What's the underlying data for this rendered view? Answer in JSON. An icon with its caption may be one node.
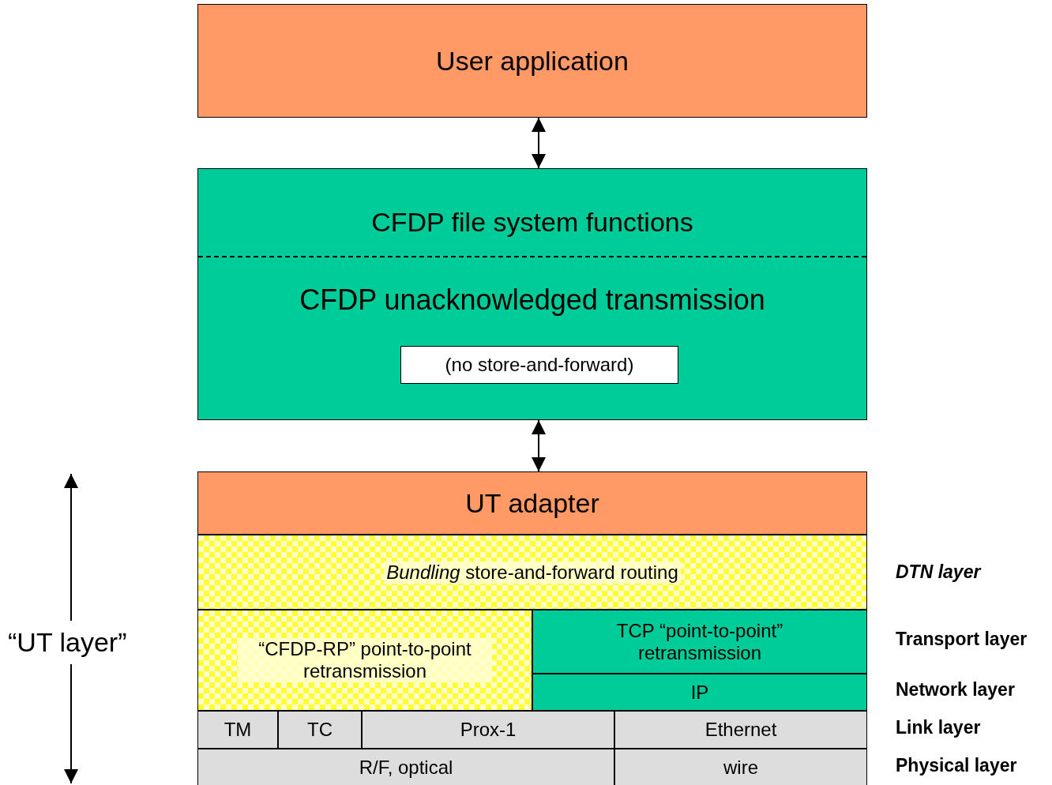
{
  "diagram": {
    "nodes": [
      {
        "text": [
          "User application"
        ]
      },
      {
        "text": [
          "CFDP file system functions",
          "CFDP unacknowledged transmission"
        ]
      },
      {
        "text": [
          "(no store-and-forward)"
        ],
        "in": 1
      },
      {
        "text": [
          "UT adapter"
        ]
      },
      {
        "text": [
          "*Bundling* store-and-forward routing"
        ]
      },
      {
        "text": [
          "“CFDP-RP” point-to-point retransmission"
        ]
      },
      {
        "text": [
          "TCP “point-to-point” retransmission"
        ]
      },
      {
        "text": [
          "IP"
        ]
      },
      {
        "text": [
          "TM"
        ]
      },
      {
        "text": [
          "TC"
        ]
      },
      {
        "text": [
          "Prox-1"
        ]
      },
      {
        "text": [
          "Ethernet"
        ]
      },
      {
        "text": [
          "R/F, optical"
        ]
      },
      {
        "text": [
          "wire"
        ]
      }
    ],
    "edges": [
      {
        "from": 0,
        "to": 1,
        "arrow": "both"
      },
      {
        "from": 1,
        "to": 3,
        "arrow": "both"
      }
    ],
    "labels": [
      "“UT layer”",
      "DTN layer",
      "Transport layer",
      "Network layer",
      "Link layer",
      "Physical layer"
    ]
  }
}
